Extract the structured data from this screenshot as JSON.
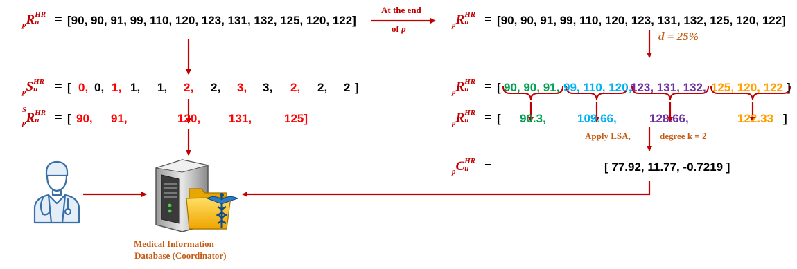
{
  "row1_left": {
    "value": "[90, 90, 91, 99, 110, 120, 123, 131, 132, 125, 120, 122]"
  },
  "row1_right": {
    "value": "[90, 90, 91, 99, 110, 120, 123, 131, 132, 125, 120, 122]"
  },
  "arrow_note": {
    "line1": "At the end",
    "line2": "of p"
  },
  "d_formula": "d = 25%",
  "scaled": {
    "open": "[ ",
    "values": [
      "0,",
      "0,",
      "1,",
      "1,",
      "1,",
      "2,",
      "2,",
      "3,",
      "3,",
      "2,",
      "2,",
      "2"
    ],
    "highlight": [
      0,
      2,
      5,
      7,
      9
    ],
    "close": "]"
  },
  "sampled": {
    "open": "[",
    "values": [
      "90,",
      "91,",
      "120,",
      "131,",
      "125]"
    ]
  },
  "groups": {
    "open": "[",
    "g1": "90, 90, 91,",
    "g2": "99, 110, 120,",
    "g3": "123, 131, 132,",
    "g4": "125, 120, 122",
    "close": "]"
  },
  "means": {
    "open": "[",
    "values": [
      "90.3,",
      "109.66,",
      "128.66,",
      "122.33"
    ],
    "close": "]"
  },
  "lsa": {
    "apply": "Apply LSA,",
    "degree": "degree k = 2"
  },
  "coefficients": "[ 77.92, 11.77, -0.7219 ]",
  "database_label": {
    "line1": "Medical Information",
    "line2": "Database (Coordinator)"
  },
  "symbols": {
    "prefix": "p",
    "R": "R",
    "S": "S",
    "C": "C",
    "sub": "u",
    "sup": "HR",
    "pre_sup": "S"
  },
  "colors": {
    "arrow": "#c00000",
    "note": "#c55a11",
    "green": "#00a050",
    "cyan": "#00b0f0",
    "purple": "#7030a0",
    "orange": "#ffa000",
    "highlight": "#ff0000"
  }
}
